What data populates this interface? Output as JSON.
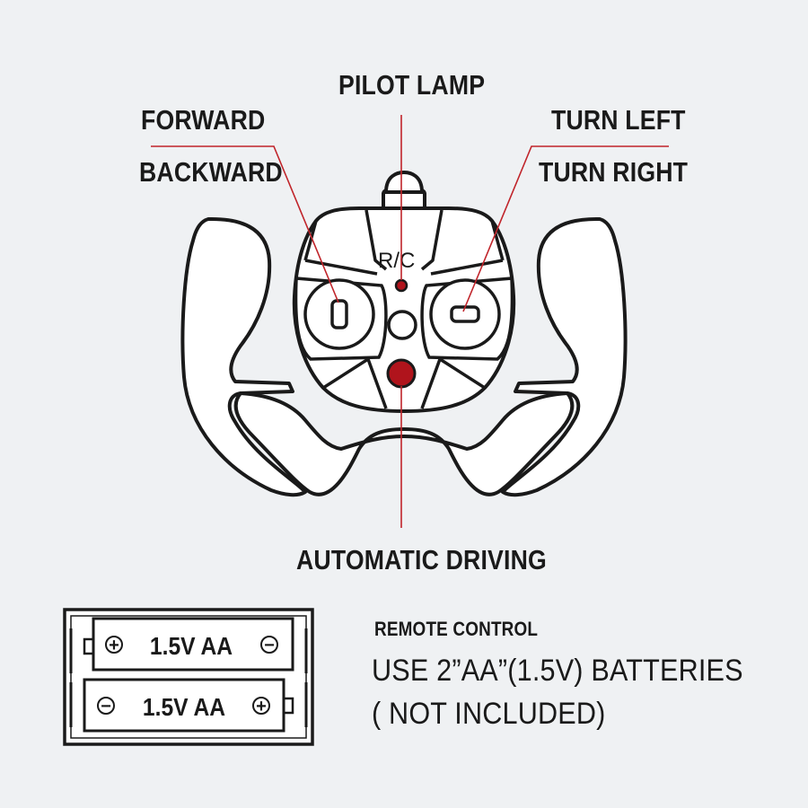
{
  "labels": {
    "pilot_lamp": "PILOT LAMP",
    "forward": "FORWARD",
    "backward": "BACKWARD",
    "turn_left": "TURN LEFT",
    "turn_right": "TURN RIGHT",
    "automatic_driving": "AUTOMATIC DRIVING",
    "rc": "R/C"
  },
  "battery": {
    "cell_1": {
      "label": "1.5V AA",
      "left_symbol": "+",
      "right_symbol": "−"
    },
    "cell_2": {
      "label": "1.5V AA",
      "left_symbol": "−",
      "right_symbol": "+"
    },
    "heading": "REMOTE CONTROL",
    "line_1": "USE 2”AA”(1.5V) BATTERIES",
    "line_2": "( NOT INCLUDED)"
  },
  "colors": {
    "background": "#eff1f3",
    "outline": "#1a1a1a",
    "accent_red": "#b0141c",
    "leader_line": "#c0242a"
  }
}
